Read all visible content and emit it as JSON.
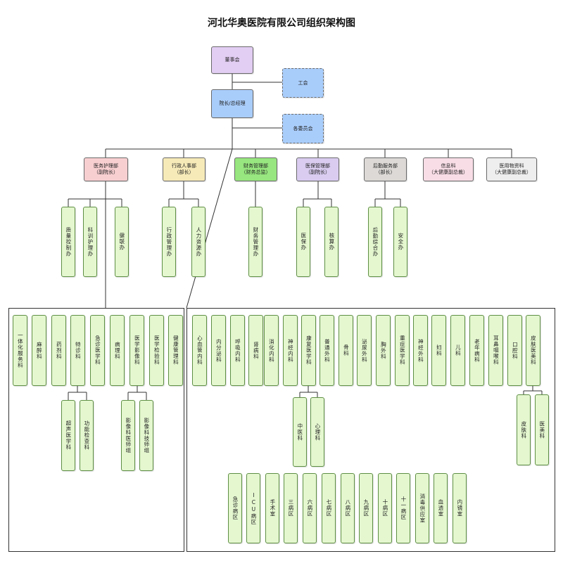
{
  "title": "河北华奥医院有限公司组织架构图",
  "leadership": {
    "board": "董事会",
    "union": "工会",
    "president": "院长/总经理",
    "committee": "各委员会"
  },
  "departments": [
    {
      "label": "医务护理部\n（副院长）",
      "color": "#f8cfd1"
    },
    {
      "label": "行政人事部\n（部长）",
      "color": "#f6eab8"
    },
    {
      "label": "财务管理部\n（财务总监）",
      "color": "#97e67f"
    },
    {
      "label": "医保管理部\n（副院长）",
      "color": "#d9ccf0"
    },
    {
      "label": "后勤服务部\n（部长）",
      "color": "#dcd9d6"
    },
    {
      "label": "信息科\n（大健康副总裁）",
      "color": "#f8dde6"
    },
    {
      "label": "医用物资科\n（大健康副总裁）",
      "color": "#eeeeee"
    }
  ],
  "offices": [
    "质量控制办",
    "科训护理办",
    "健联办",
    "行政管理办",
    "人力资源办",
    "财务管理办",
    "医保办",
    "核算办",
    "后勤综合办",
    "安全办"
  ],
  "medtech": [
    "一体化服务科",
    "麻醉科",
    "药剂科",
    "特诊科",
    "急诊医学科",
    "病理科",
    "医学影像科",
    "医学检验科",
    "健康管理科"
  ],
  "medtech_sub": [
    "超声医学科",
    "功能检查科",
    "影像科医师组",
    "影像科技师组"
  ],
  "clinical": [
    "心血管内科",
    "内分泌科",
    "呼吸内科",
    "肾病科",
    "消化内科",
    "神经内科",
    "康复医学科",
    "普通外科",
    "骨科",
    "泌尿外科",
    "胸外科",
    "重症医学科",
    "神经外科",
    "妇科",
    "儿科",
    "老年病科",
    "耳鼻咽喉科",
    "口腔科",
    "皮肤医美科"
  ],
  "rehab_sub": [
    "中医科",
    "心理科"
  ],
  "derm_sub": [
    "皮肤科",
    "医美科"
  ],
  "wards": [
    "急诊病区",
    "ICU病区",
    "手术室",
    "三病区",
    "六病区",
    "七病区",
    "八病区",
    "九病区",
    "十病区",
    "十一病区",
    "消毒供应室",
    "血透室",
    "内镜室"
  ],
  "colors": {
    "board": "#e2cdf3",
    "blue": "#a9cdfb",
    "green": "#e4f7cf",
    "line": "#333333"
  }
}
